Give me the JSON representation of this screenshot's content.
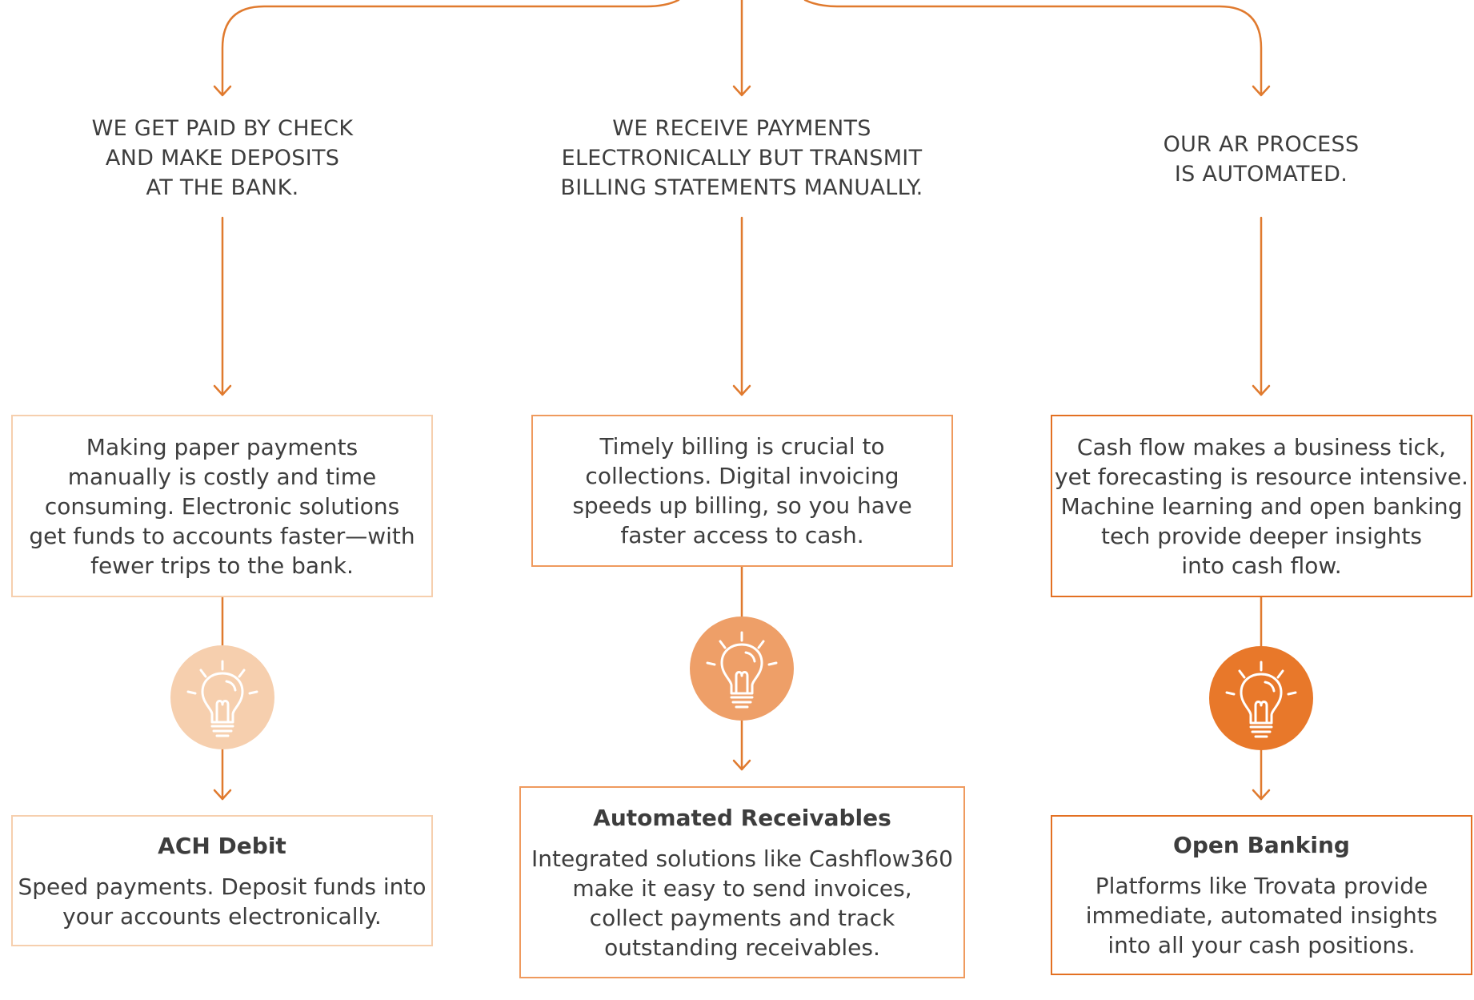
{
  "colors": {
    "line": "#e07a2e",
    "col1_border": "#f6cfae",
    "col2_border": "#ef9a5e",
    "col3_border": "#e37022",
    "col1_bulb": "#f6cfae",
    "col2_bulb": "#ee9f68",
    "col3_bulb": "#e8782a"
  },
  "columns": [
    {
      "question": [
        "WE GET PAID BY CHECK",
        "AND MAKE DEPOSITS",
        "AT THE BANK."
      ],
      "insight": [
        "Making paper payments",
        "manually is costly and time",
        "consuming. Electronic solutions",
        "get funds to accounts faster—with",
        "fewer trips to the bank."
      ],
      "icon": "lightbulb-icon",
      "solution": {
        "title": "ACH Debit",
        "body": [
          "Speed payments. Deposit funds into",
          "your accounts electronically."
        ]
      }
    },
    {
      "question": [
        "WE RECEIVE PAYMENTS",
        "ELECTRONICALLY BUT TRANSMIT",
        "BILLING STATEMENTS MANUALLY."
      ],
      "insight": [
        "Timely billing is crucial to",
        "collections. Digital invoicing",
        "speeds up billing, so you have",
        "faster access to cash."
      ],
      "icon": "lightbulb-icon",
      "solution": {
        "title": "Automated Receivables",
        "body": [
          "Integrated solutions like Cashflow360",
          "make it easy to send invoices,",
          "collect payments and track",
          "outstanding receivables."
        ]
      }
    },
    {
      "question": [
        "OUR AR PROCESS",
        "IS AUTOMATED."
      ],
      "insight": [
        "Cash flow makes a business tick,",
        "yet forecasting is resource intensive.",
        "Machine learning and open banking",
        "tech provide deeper insights",
        "into cash flow."
      ],
      "icon": "lightbulb-icon",
      "solution": {
        "title": "Open Banking",
        "body": [
          "Platforms like Trovata provide",
          "immediate, automated insights",
          "into all your cash positions."
        ]
      }
    }
  ]
}
